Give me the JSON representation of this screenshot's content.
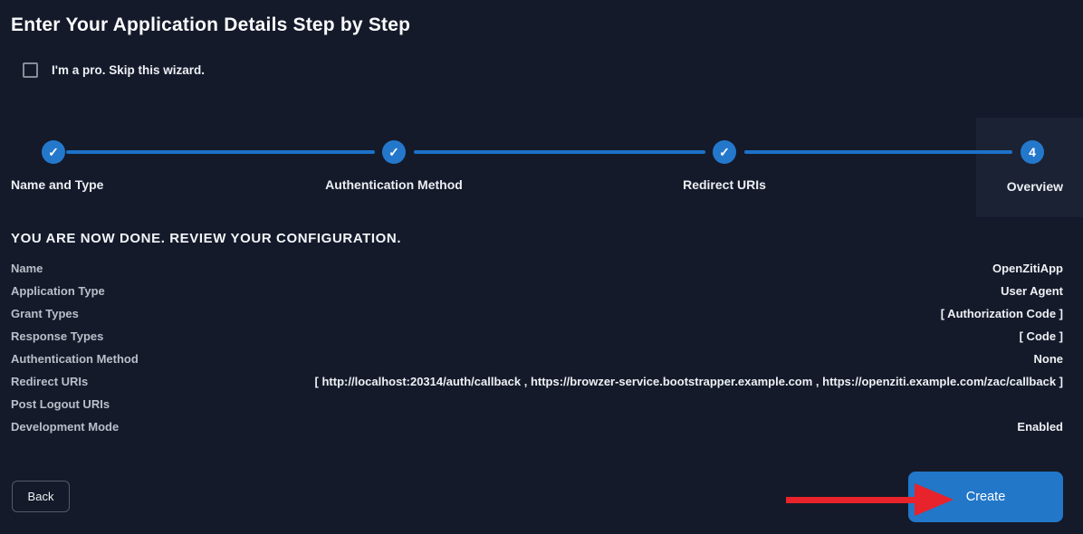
{
  "page": {
    "title": "Enter Your Application Details Step by Step"
  },
  "skip_wizard": {
    "label": "I'm a pro. Skip this wizard.",
    "checked": false
  },
  "stepper": {
    "steps": [
      {
        "label": "Name and Type",
        "state": "done",
        "indicator": "✓"
      },
      {
        "label": "Authentication Method",
        "state": "done",
        "indicator": "✓"
      },
      {
        "label": "Redirect URIs",
        "state": "done",
        "indicator": "✓"
      },
      {
        "label": "Overview",
        "state": "current",
        "indicator": "4"
      }
    ]
  },
  "overview": {
    "heading": "YOU ARE NOW DONE. REVIEW YOUR CONFIGURATION.",
    "rows": [
      {
        "label": "Name",
        "value": "OpenZitiApp"
      },
      {
        "label": "Application Type",
        "value": "User Agent"
      },
      {
        "label": "Grant Types",
        "value": "[ Authorization Code ]"
      },
      {
        "label": "Response Types",
        "value": "[ Code ]"
      },
      {
        "label": "Authentication Method",
        "value": "None"
      },
      {
        "label": "Redirect URIs",
        "value": "[ http://localhost:20314/auth/callback , https://browzer-service.bootstrapper.example.com , https://openziti.example.com/zac/callback ]"
      },
      {
        "label": "Post Logout URIs",
        "value": ""
      },
      {
        "label": "Development Mode",
        "value": "Enabled"
      }
    ]
  },
  "actions": {
    "back_label": "Back",
    "create_label": "Create"
  },
  "colors": {
    "background": "#141a2a",
    "panel_highlight": "#1b2234",
    "stepper_blue": "#1d72c9",
    "circle_blue": "#2478cc",
    "create_blue": "#2277c8",
    "arrow_red": "#e8232b",
    "label_gray": "#b9bfc9"
  }
}
